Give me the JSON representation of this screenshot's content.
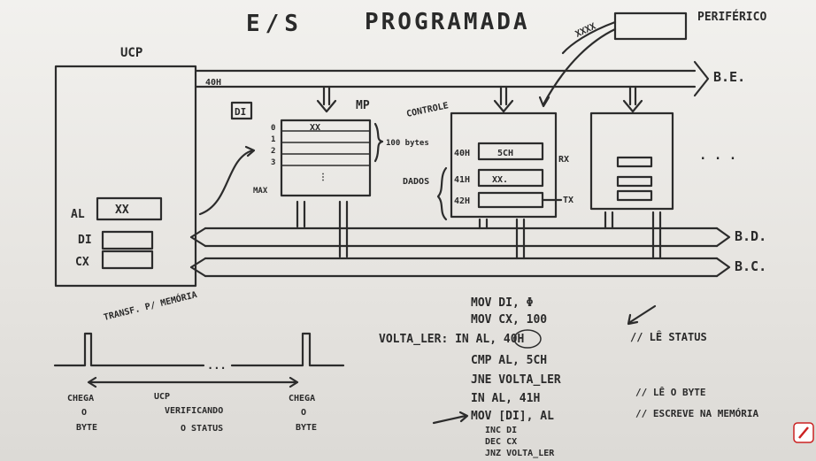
{
  "title": "E/S",
  "subtitle": "PROGRAMADA",
  "peripheral": "PERIFÉRICO",
  "cpu": "UCP",
  "bus_addr": "B.E.",
  "bus_data": "B.D.",
  "bus_ctrl": "B.C.",
  "addr_40h_top": "40H",
  "registers": [
    "AL",
    "DI",
    "CX"
  ],
  "al_value": "XX",
  "di_box": "DI",
  "mp": "MP",
  "mem_rows": [
    "0",
    "1",
    "2",
    "3",
    "⋮",
    "MAX"
  ],
  "mem_cell0": "XX",
  "mem_size": "100 bytes",
  "ctrl_label": "CONTROLE",
  "data_label": "DADOS",
  "ports": [
    "40H",
    "41H",
    "42H"
  ],
  "port_values": [
    "5CH",
    "XX.",
    ""
  ],
  "side_labels": [
    "RX",
    "TX"
  ],
  "ellipsis": ". . .",
  "xxxx": "XXXX",
  "transf": "TRANSF. P/ MEMÓRIA",
  "chega_left": [
    "CHEGA",
    "O",
    "BYTE"
  ],
  "ucp_ver": [
    "UCP",
    "VERIFICANDO",
    "O STATUS"
  ],
  "chega_right": [
    "CHEGA",
    "O",
    "BYTE"
  ],
  "timeline_dots": "...",
  "code": [
    "MOV  DI, Φ",
    "MOV  CX, 100",
    "VOLTA_LER: IN  AL, 40H",
    "CMP  AL, 5CH",
    "JNE  VOLTA_LER",
    "IN   AL, 41H",
    "MOV  [DI], AL",
    "INC  DI",
    "DEC  CX",
    "JNZ  VOLTA_LER"
  ],
  "comments": [
    "// LÊ STATUS",
    "// LÊ O BYTE",
    "// ESCREVE NA MEMÓRIA"
  ]
}
